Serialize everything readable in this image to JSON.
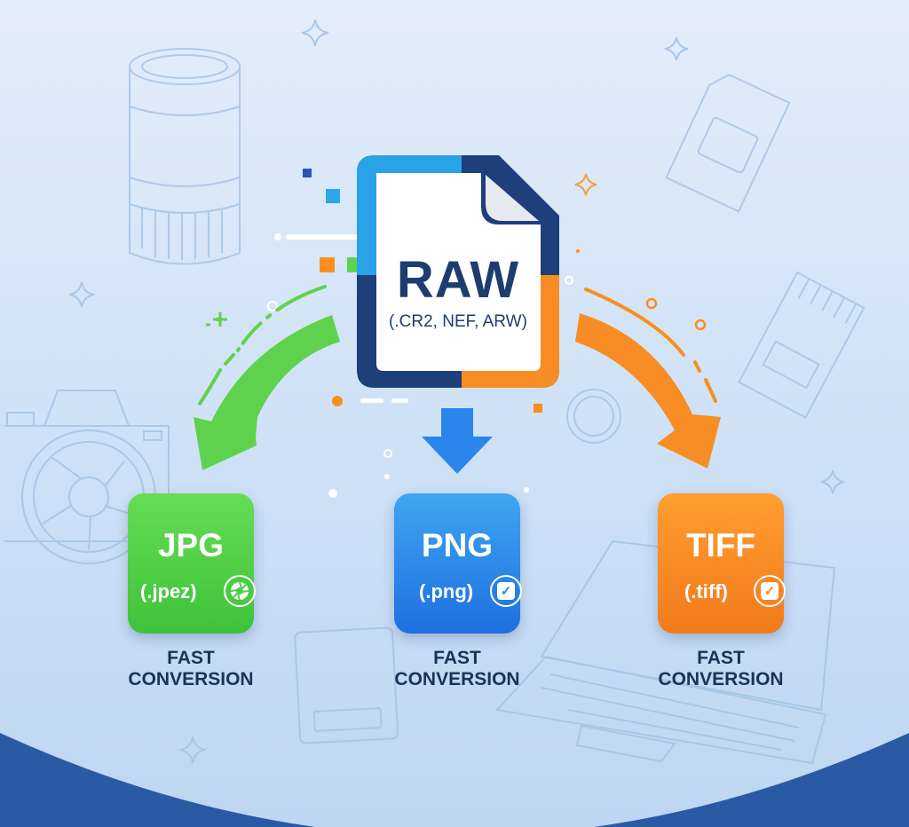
{
  "source": {
    "title": "RAW",
    "subtitle": "(.CR2, NEF, ARW)"
  },
  "targets": [
    {
      "format": "JPG",
      "extension": "(.jpez)",
      "badge_icon": "aperture-icon",
      "caption_line1": "FAST",
      "caption_line2": "CONVERSION",
      "color": "#4cd04a"
    },
    {
      "format": "PNG",
      "extension": "(.png)",
      "badge_icon": "checkbox-icon",
      "caption_line1": "FAST",
      "caption_line2": "CONVERSION",
      "color": "#2a86ea"
    },
    {
      "format": "TIFF",
      "extension": "(.tiff)",
      "badge_icon": "checkbox-icon",
      "caption_line1": "FAST",
      "caption_line2": "CONVERSION",
      "color": "#f78a22"
    }
  ],
  "icons": {
    "check": "✓"
  },
  "colors": {
    "navy": "#1d3d70",
    "green": "#4cd04a",
    "blue": "#2a86ea",
    "orange": "#f78a22",
    "band": "#2d5ea8"
  }
}
